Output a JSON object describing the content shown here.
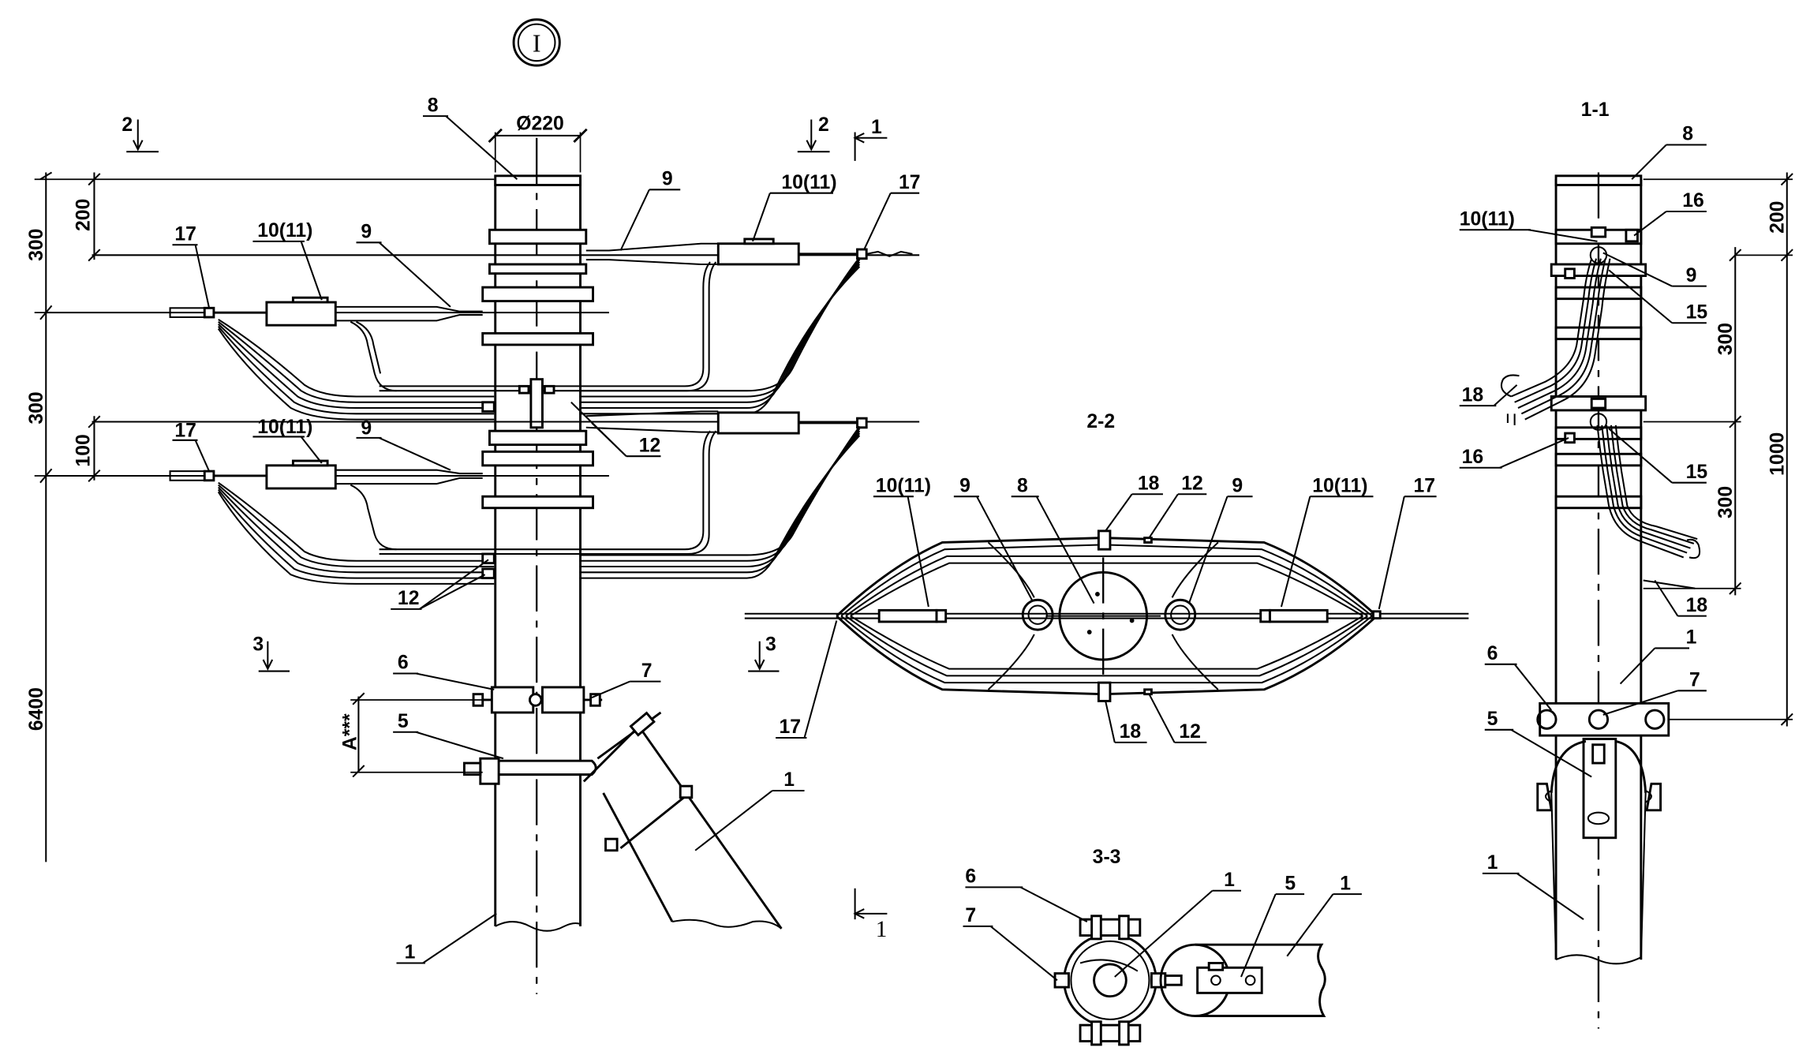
{
  "view_marker": "I",
  "sections": {
    "s11": "1-1",
    "s22": "2-2",
    "s33": "3-3"
  },
  "cuts": {
    "c1": "1",
    "c2": "2",
    "c3": "3"
  },
  "callouts": {
    "n1": "1",
    "n5": "5",
    "n6": "6",
    "n7": "7",
    "n8": "8",
    "n9": "9",
    "n10": "10(11)",
    "n12": "12",
    "n15": "15",
    "n16": "16",
    "n17": "17",
    "n18": "18"
  },
  "dimensions": {
    "d220": "Ø220",
    "d300": "300",
    "d200": "200",
    "d100": "100",
    "d6400": "6400",
    "d1000": "1000",
    "dA": "A***"
  },
  "colors": {
    "line": "#000000",
    "background": "#ffffff"
  }
}
